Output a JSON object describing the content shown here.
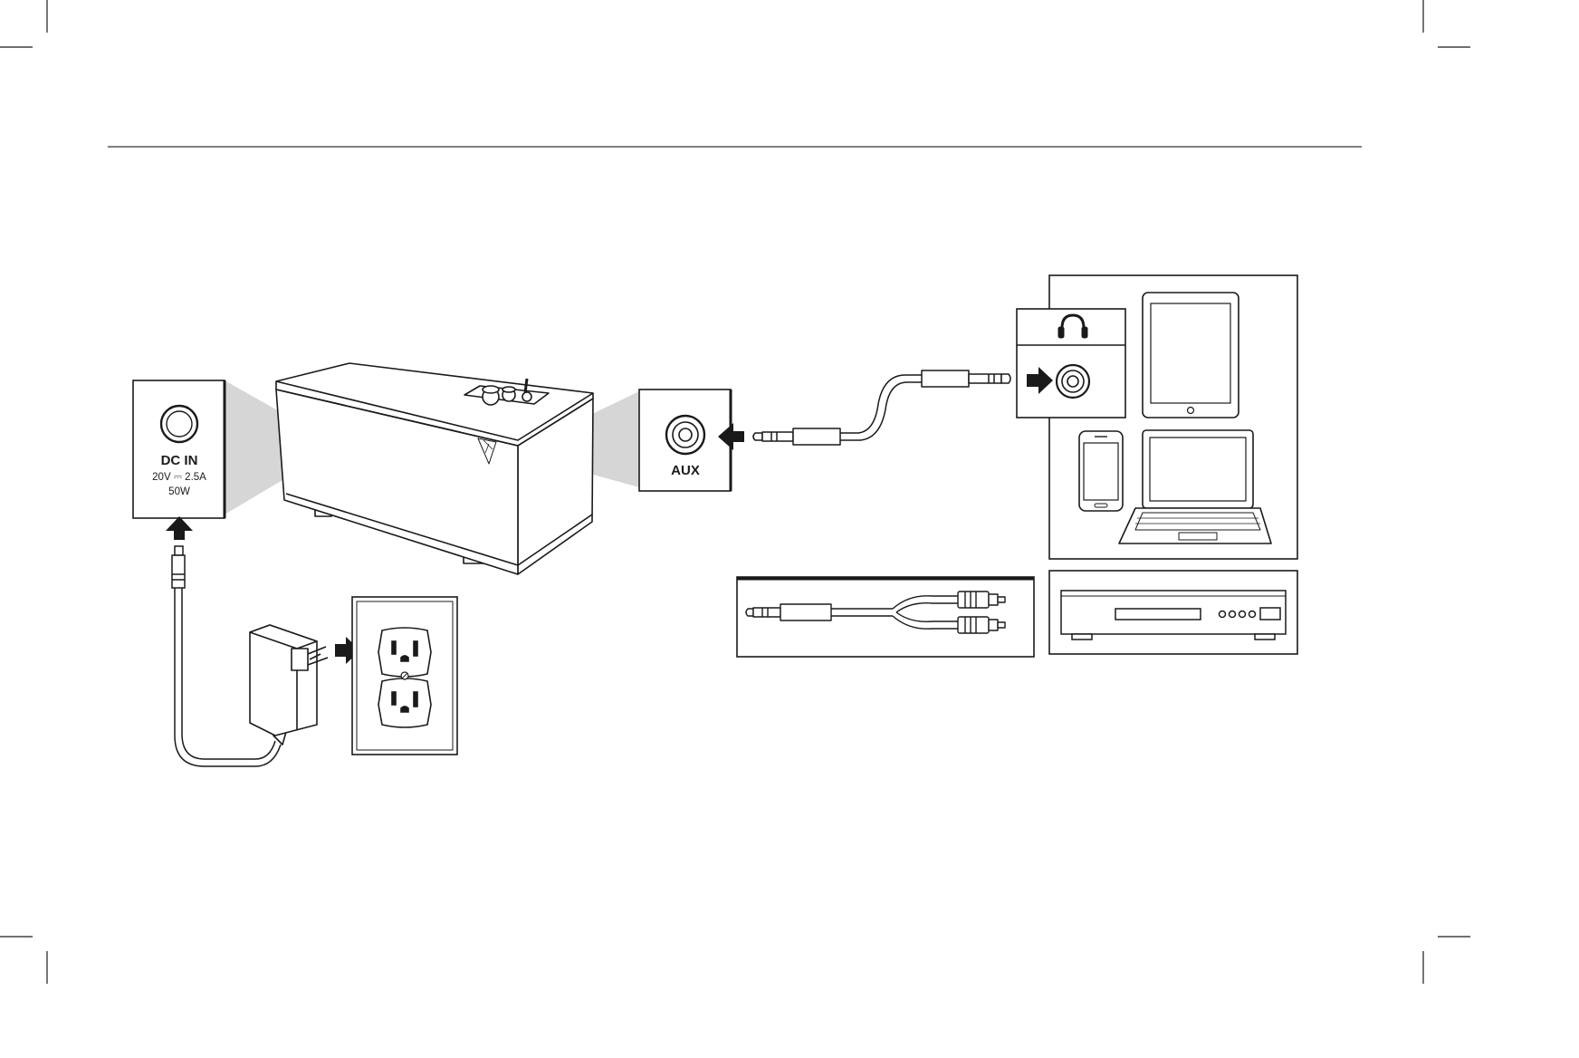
{
  "dc_panel": {
    "title": "DC IN",
    "rating": "20V ⎓ 2.5A",
    "power": "50W"
  },
  "aux_panel": {
    "label": "AUX"
  },
  "colors": {
    "line": "#1a1a1a",
    "fill": "#ffffff",
    "shade": "#d6d6d6",
    "rule": "#555555"
  },
  "icons": [
    "crop-mark-icon",
    "speaker-icon",
    "dc-power-jack-icon",
    "aux-jack-icon",
    "headphone-icon",
    "arrow-icon",
    "power-adapter-icon",
    "wall-outlet-icon",
    "aux-cable-icon",
    "rca-y-cable-icon",
    "tablet-icon",
    "smartphone-icon",
    "laptop-icon",
    "cd-player-icon"
  ]
}
